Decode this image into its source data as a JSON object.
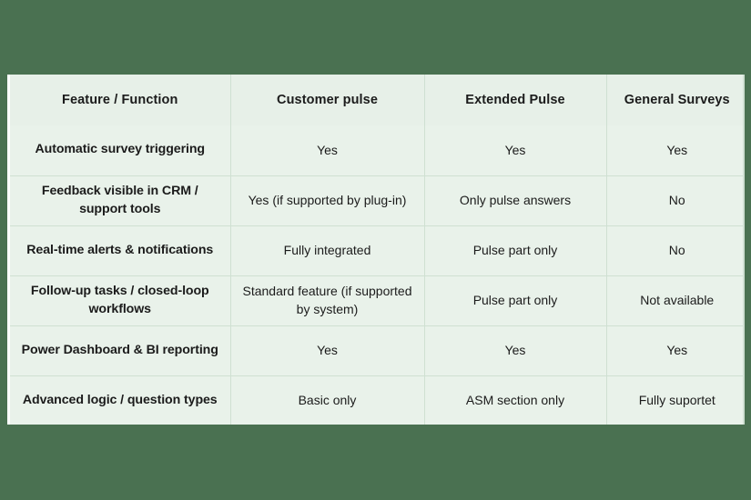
{
  "theme": {
    "background": "#4a7151",
    "table_bg": "#e9f2ea",
    "header_bg": "#e7f0e8",
    "grid_line": "#cfe0d2",
    "text": "#1b1b1b"
  },
  "table": {
    "headers": [
      "Feature / Function",
      "Customer pulse",
      "Extended Pulse",
      "General Surveys"
    ],
    "rows": [
      {
        "feature": "Automatic survey triggering",
        "customer_pulse": "Yes",
        "extended_pulse": "Yes",
        "general_surveys": "Yes"
      },
      {
        "feature": "Feedback visible in CRM / support tools",
        "customer_pulse": "Yes (if supported by plug-in)",
        "extended_pulse": "Only pulse answers",
        "general_surveys": "No"
      },
      {
        "feature": "Real-time alerts & notifications",
        "customer_pulse": "Fully integrated",
        "extended_pulse": "Pulse part only",
        "general_surveys": "No"
      },
      {
        "feature": "Follow-up tasks / closed-loop workflows",
        "customer_pulse": "Standard feature (if supported by system)",
        "extended_pulse": "Pulse part only",
        "general_surveys": "Not available"
      },
      {
        "feature": "Power Dashboard & BI reporting",
        "customer_pulse": "Yes",
        "extended_pulse": "Yes",
        "general_surveys": "Yes"
      },
      {
        "feature": "Advanced logic / question types",
        "customer_pulse": "Basic only",
        "extended_pulse": "ASM section only",
        "general_surveys": "Fully suportet"
      }
    ]
  }
}
